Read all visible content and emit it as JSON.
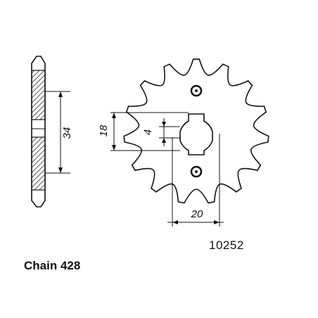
{
  "part_number": "10252",
  "chain_label": "Chain 428",
  "dimensions": {
    "hub_width": "34",
    "spline_height": "18",
    "keyway": "4",
    "spline_width": "20"
  },
  "sprocket": {
    "teeth": 15
  },
  "colors": {
    "ink": "#111111",
    "background": "#ffffff"
  }
}
